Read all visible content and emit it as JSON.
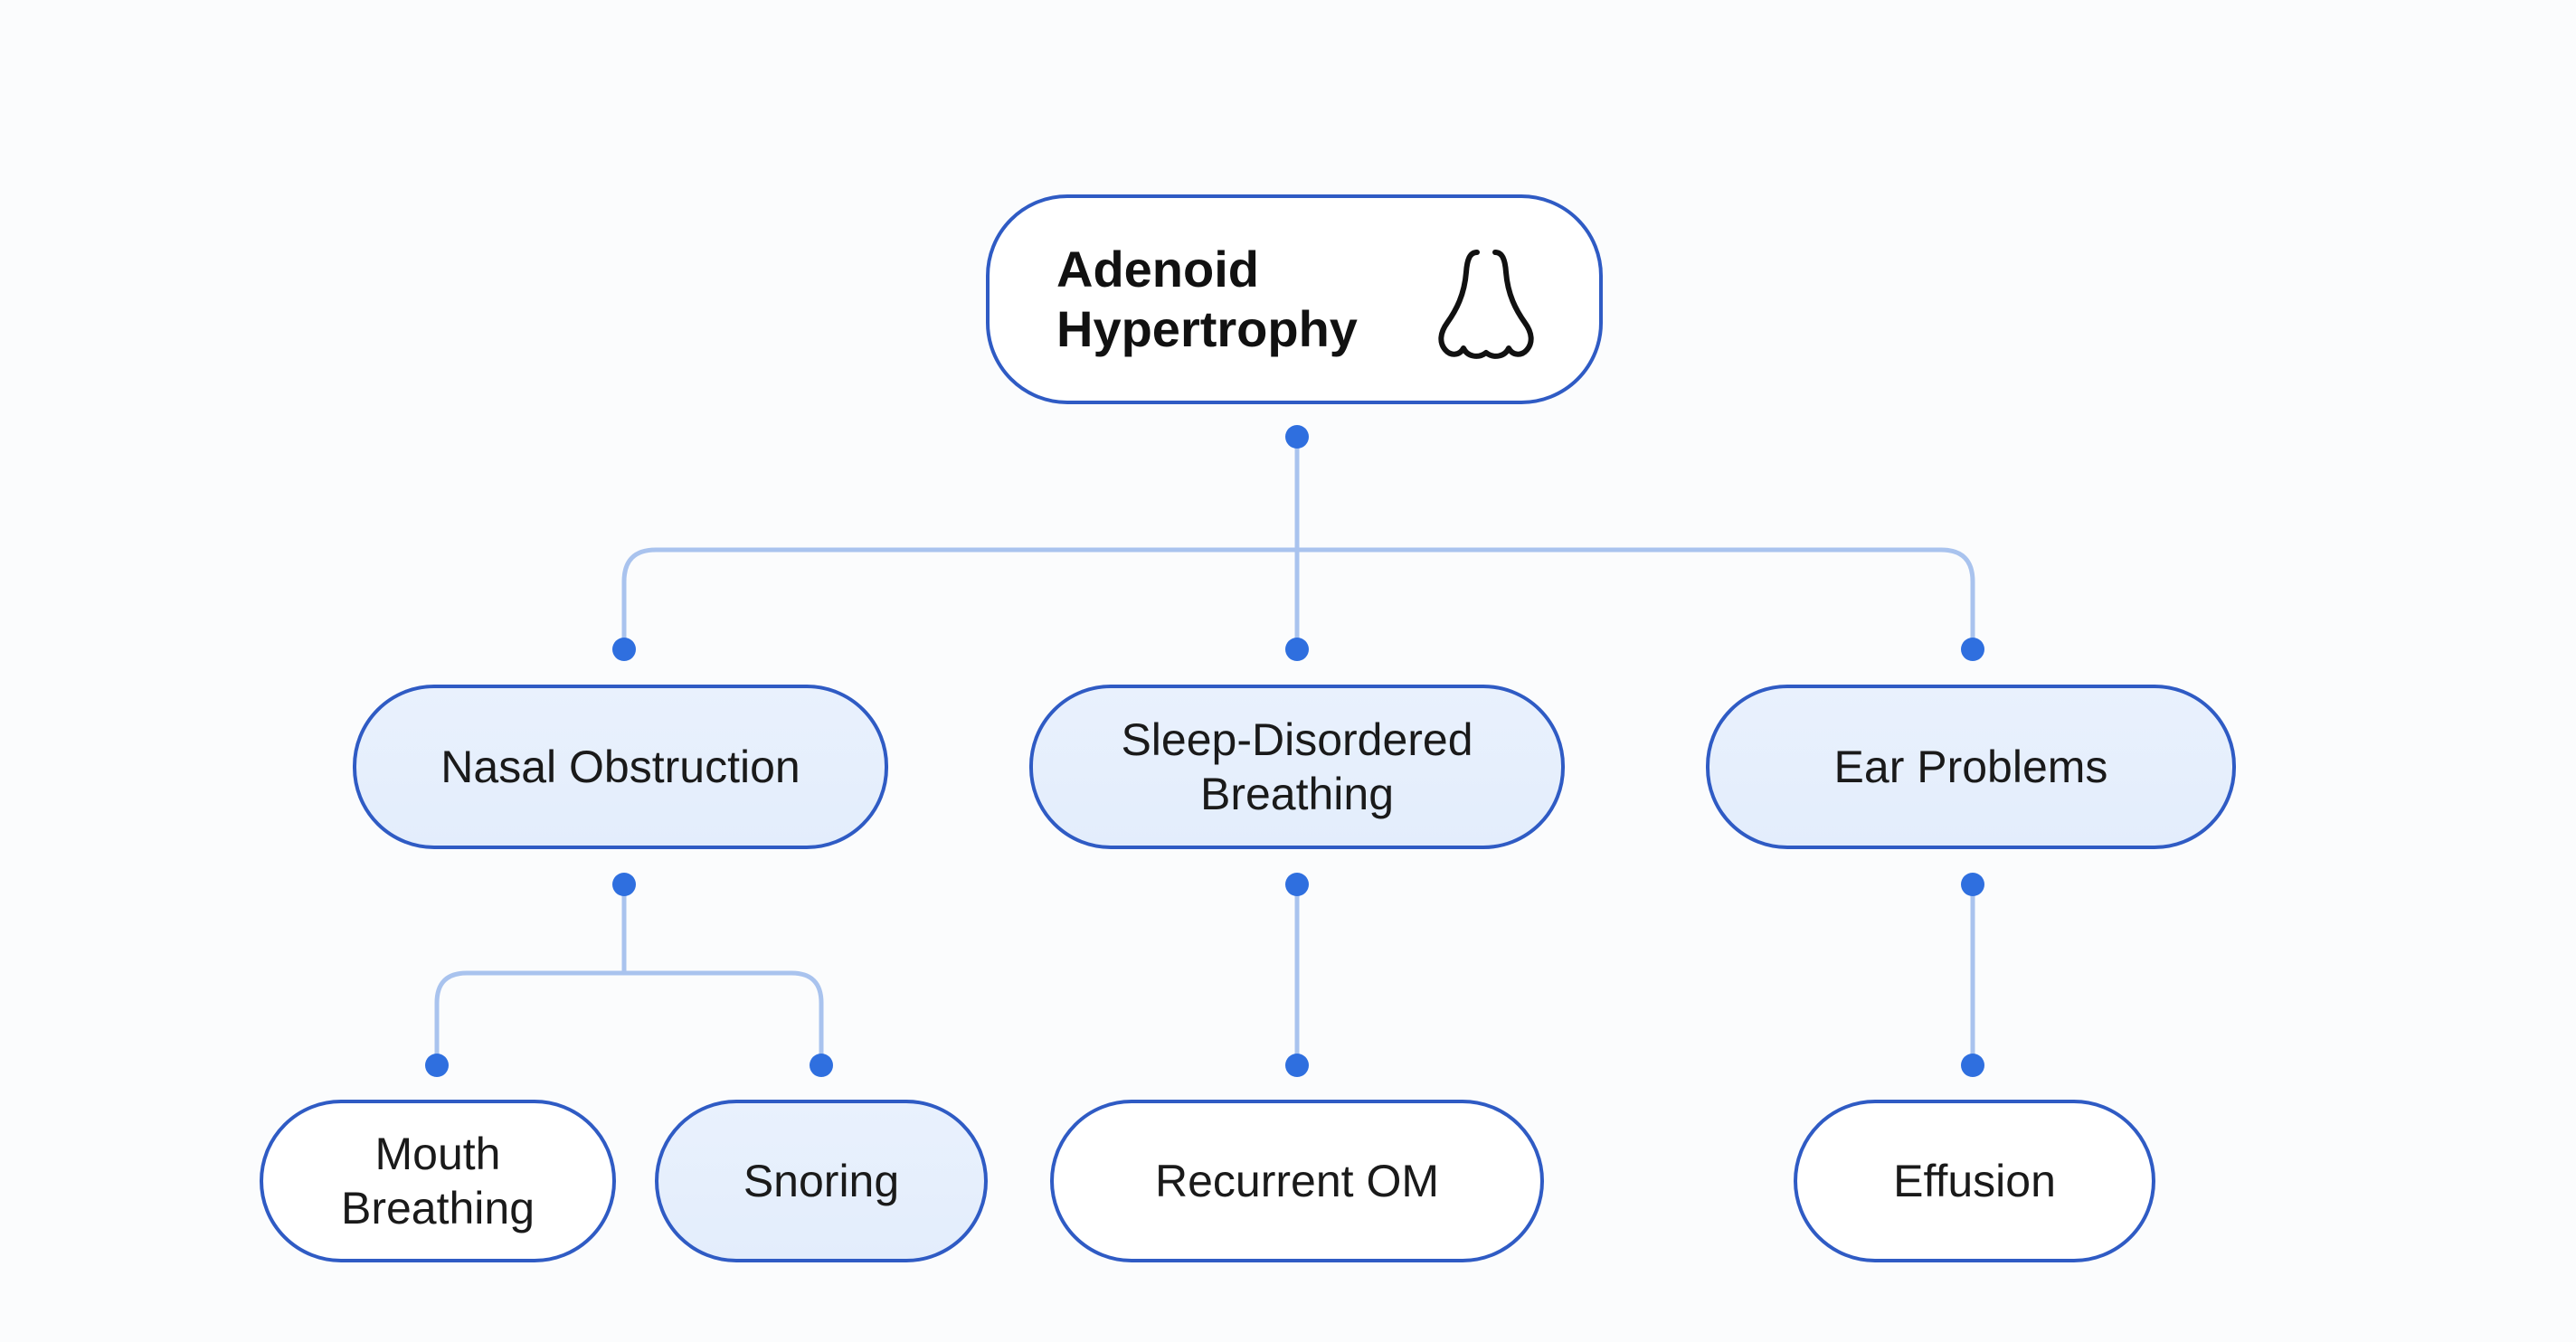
{
  "diagram": {
    "root": {
      "label": "Adenoid Hypertrophy",
      "icon": "nose-icon"
    },
    "level1": [
      {
        "id": "nasal-obstruction",
        "label": "Nasal Obstruction"
      },
      {
        "id": "sleep-disordered-breathing",
        "label": "Sleep-Disordered Breathing"
      },
      {
        "id": "ear-problems",
        "label": "Ear Problems"
      }
    ],
    "level2": [
      {
        "id": "mouth-breathing",
        "parent": "nasal-obstruction",
        "label": "Mouth Breathing"
      },
      {
        "id": "snoring",
        "parent": "nasal-obstruction",
        "label": "Snoring"
      },
      {
        "id": "recurrent-om",
        "parent": "sleep-disordered-breathing",
        "label": "Recurrent OM"
      },
      {
        "id": "effusion",
        "parent": "ear-problems",
        "label": "Effusion"
      }
    ],
    "colors": {
      "node_border": "#2f5bc4",
      "node_fill_light": "#e6effc",
      "connector": "#a9c3ee",
      "dot": "#2f6fdf"
    }
  }
}
